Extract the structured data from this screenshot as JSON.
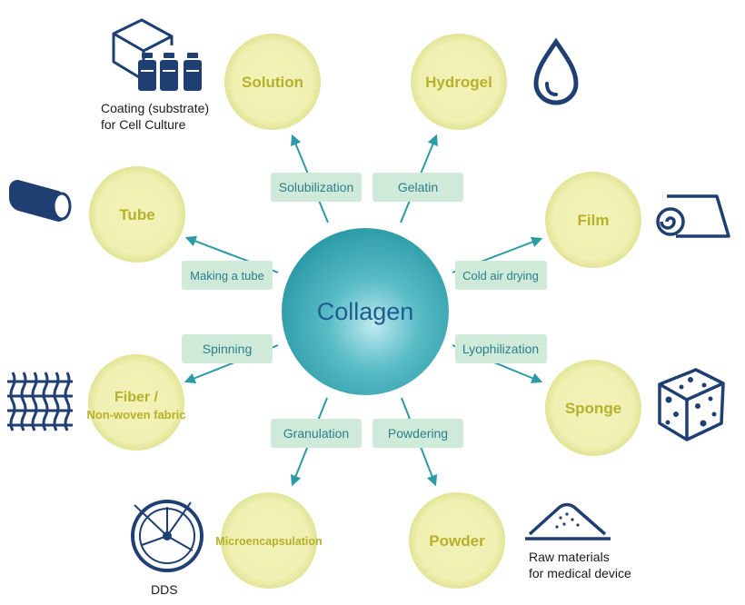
{
  "center": {
    "label": "Collagen"
  },
  "colors": {
    "node_fill": "#f2f2b8",
    "node_text": "#b5b12a",
    "process_box": "#d0eada",
    "process_text": "#2a7f8c",
    "arrow": "#2a9aa6",
    "icon": "#1f3f73"
  },
  "nodes": [
    {
      "name": "solution",
      "label": "Solution"
    },
    {
      "name": "hydrogel",
      "label": "Hydrogel"
    },
    {
      "name": "tube",
      "label": "Tube"
    },
    {
      "name": "film",
      "label": "Film"
    },
    {
      "name": "fiber",
      "label": "Fiber /",
      "label2": "Non-woven fabric"
    },
    {
      "name": "sponge",
      "label": "Sponge"
    },
    {
      "name": "microencapsulation",
      "label": "Microencapsulation"
    },
    {
      "name": "powder",
      "label": "Powder"
    }
  ],
  "processes": [
    {
      "name": "solubilization",
      "label": "Solubilization"
    },
    {
      "name": "gelatin",
      "label": "Gelatin"
    },
    {
      "name": "making-a-tube",
      "label": "Making a tube"
    },
    {
      "name": "cold-air-drying",
      "label": "Cold air drying"
    },
    {
      "name": "spinning",
      "label": "Spinning"
    },
    {
      "name": "lyophilization",
      "label": "Lyophilization"
    },
    {
      "name": "granulation",
      "label": "Granulation"
    },
    {
      "name": "powdering",
      "label": "Powdering"
    }
  ],
  "captions": {
    "cell_culture_line1": "Coating (substrate)",
    "cell_culture_line2": "for Cell Culture",
    "dds": "DDS",
    "raw_line1": "Raw materials",
    "raw_line2": "for medical device"
  },
  "icons": [
    "cell-culture-bottles-icon",
    "water-drop-icon",
    "tube-icon",
    "film-roll-icon",
    "mesh-fabric-icon",
    "sponge-cube-icon",
    "microcapsule-icon",
    "powder-pile-icon"
  ]
}
